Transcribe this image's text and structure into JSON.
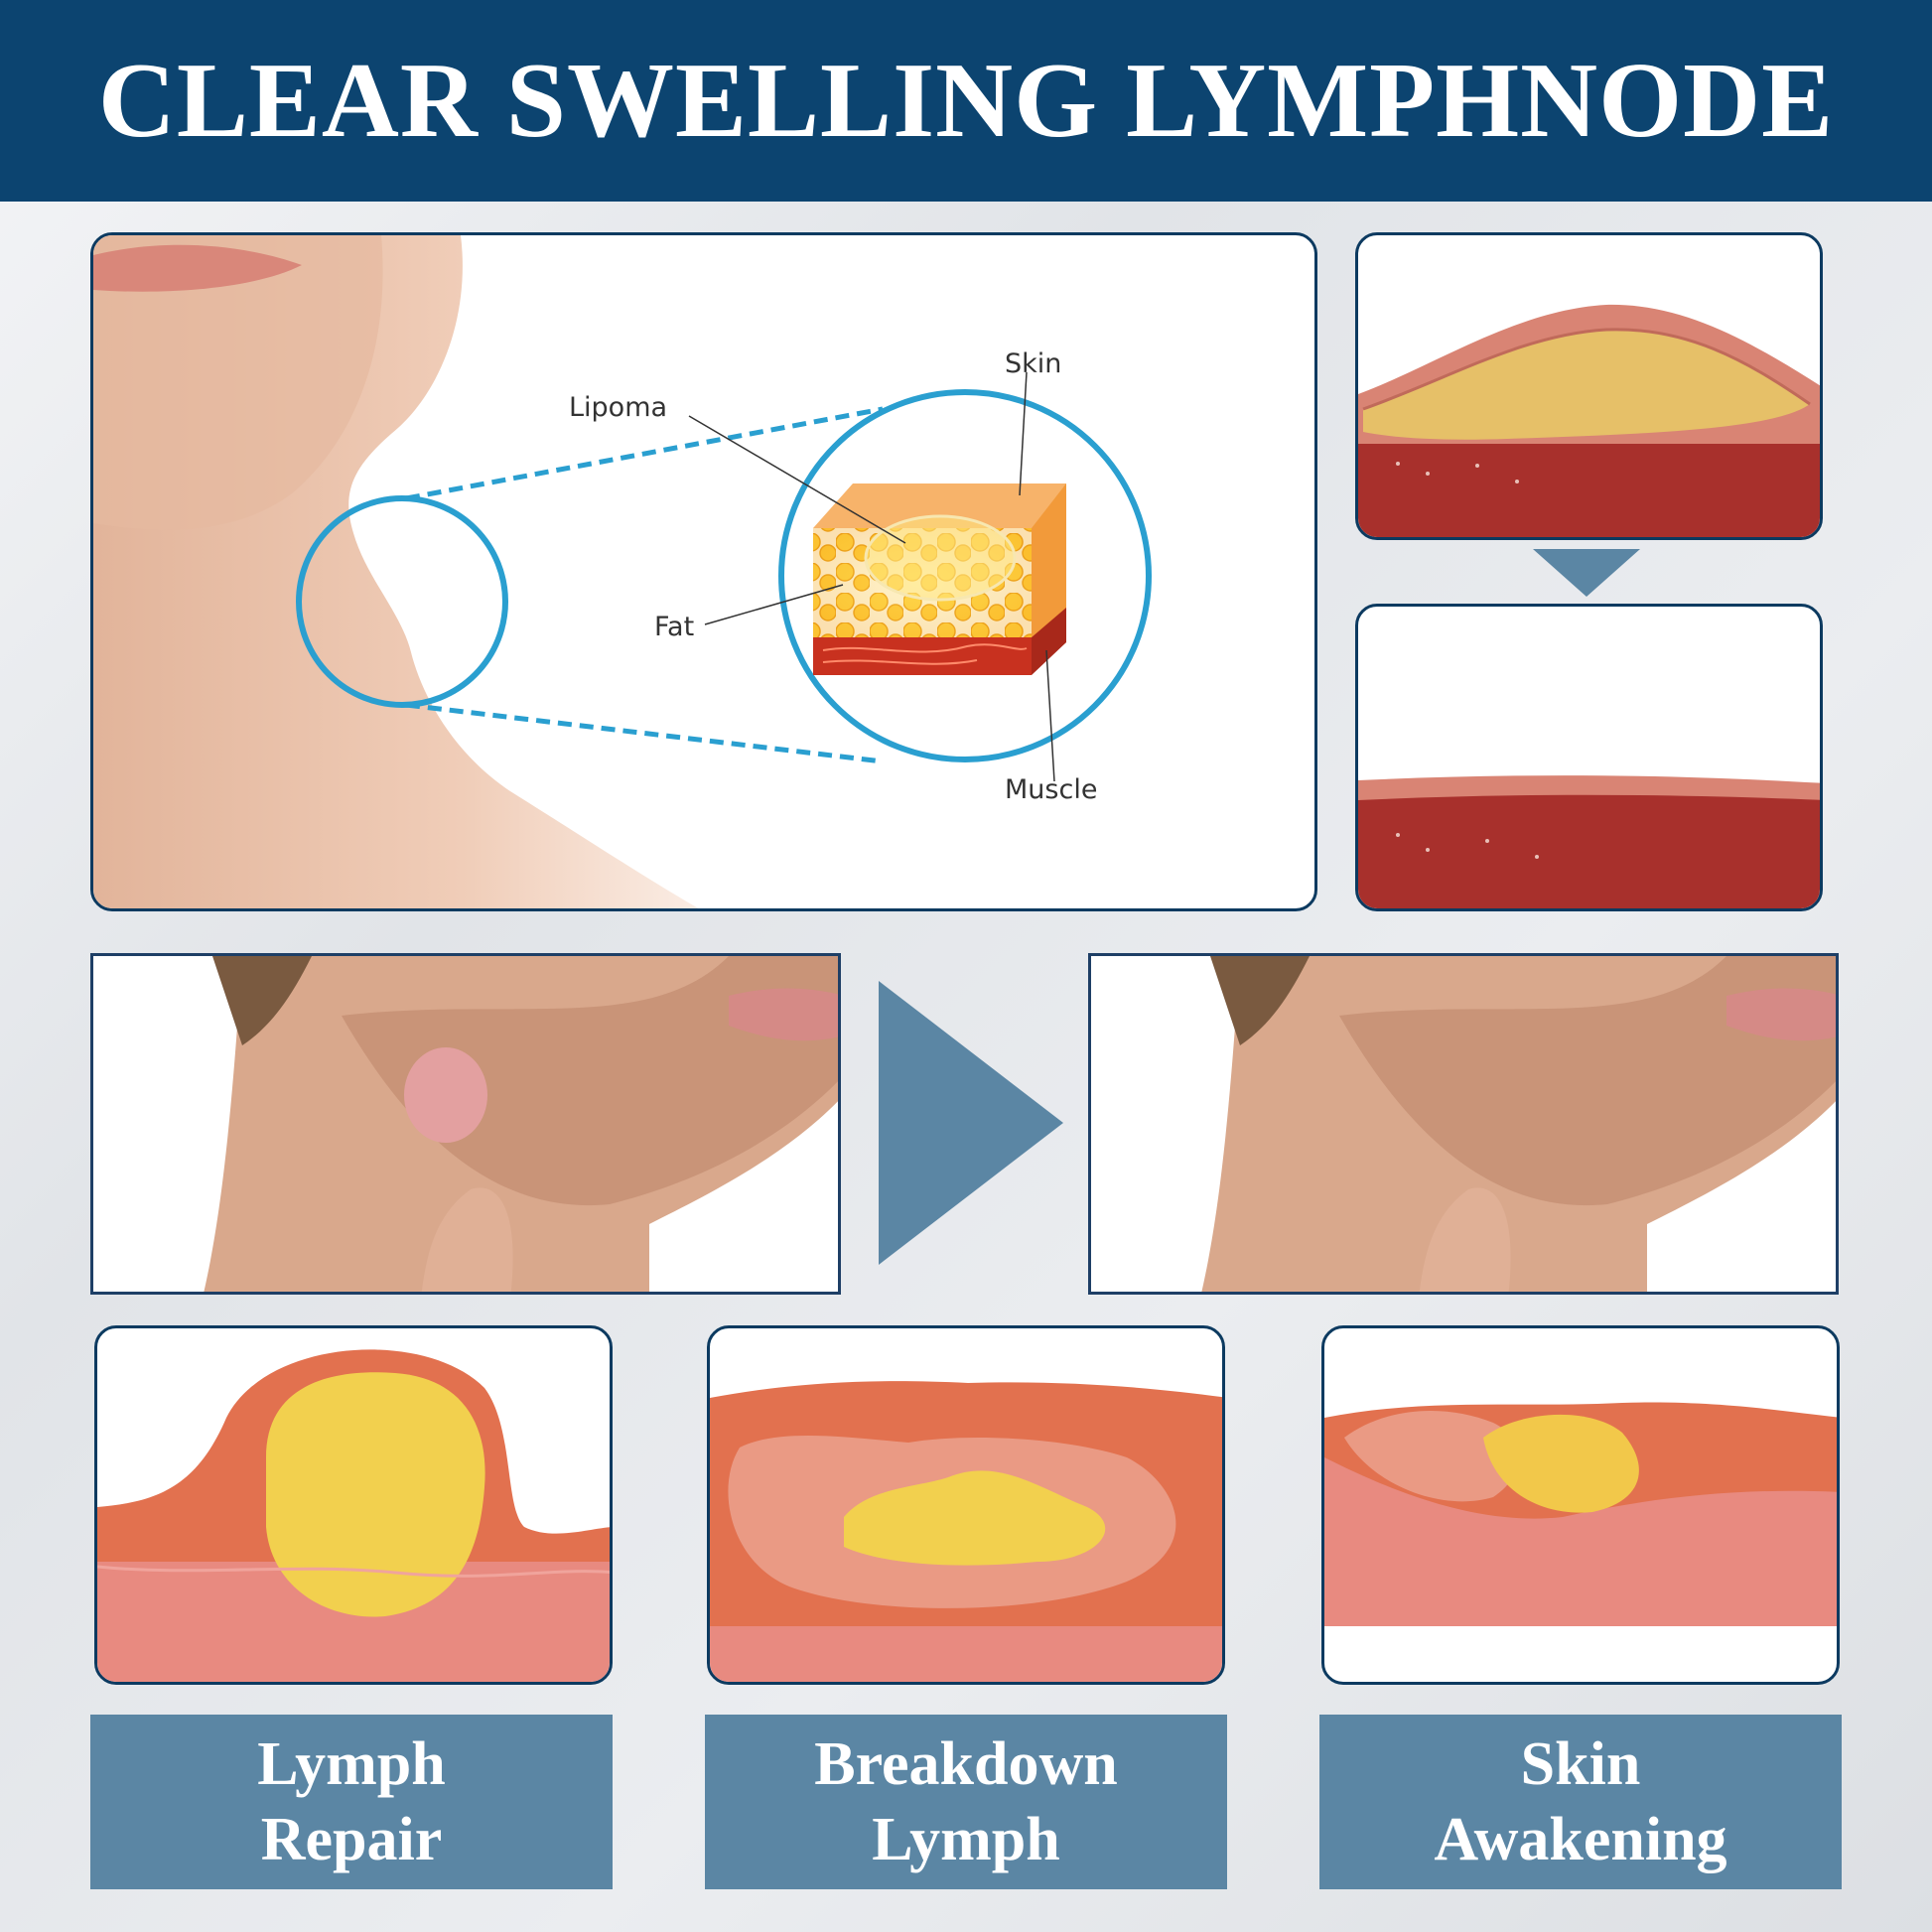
{
  "banner": {
    "title": "CLEAR SWELLING LYMPHNODE",
    "color": "#0c4470"
  },
  "diagram": {
    "labels": {
      "skin": "Skin",
      "lipoma": "Lipoma",
      "fat": "Fat",
      "muscle": "Muscle"
    },
    "accent_color": "#2a9fd0"
  },
  "captions": [
    {
      "line1": "Lymph",
      "line2": "Repair"
    },
    {
      "line1": "Breakdown",
      "line2": "Lymph"
    },
    {
      "line1": "Skin",
      "line2": "Awakening"
    }
  ],
  "colors": {
    "caption_bg": "#5b86a4",
    "arrow": "#5b86a4",
    "panel_border": "#0c3a60"
  },
  "icons": {
    "down_arrow": "triangle-down-icon",
    "right_arrow": "triangle-right-icon"
  }
}
